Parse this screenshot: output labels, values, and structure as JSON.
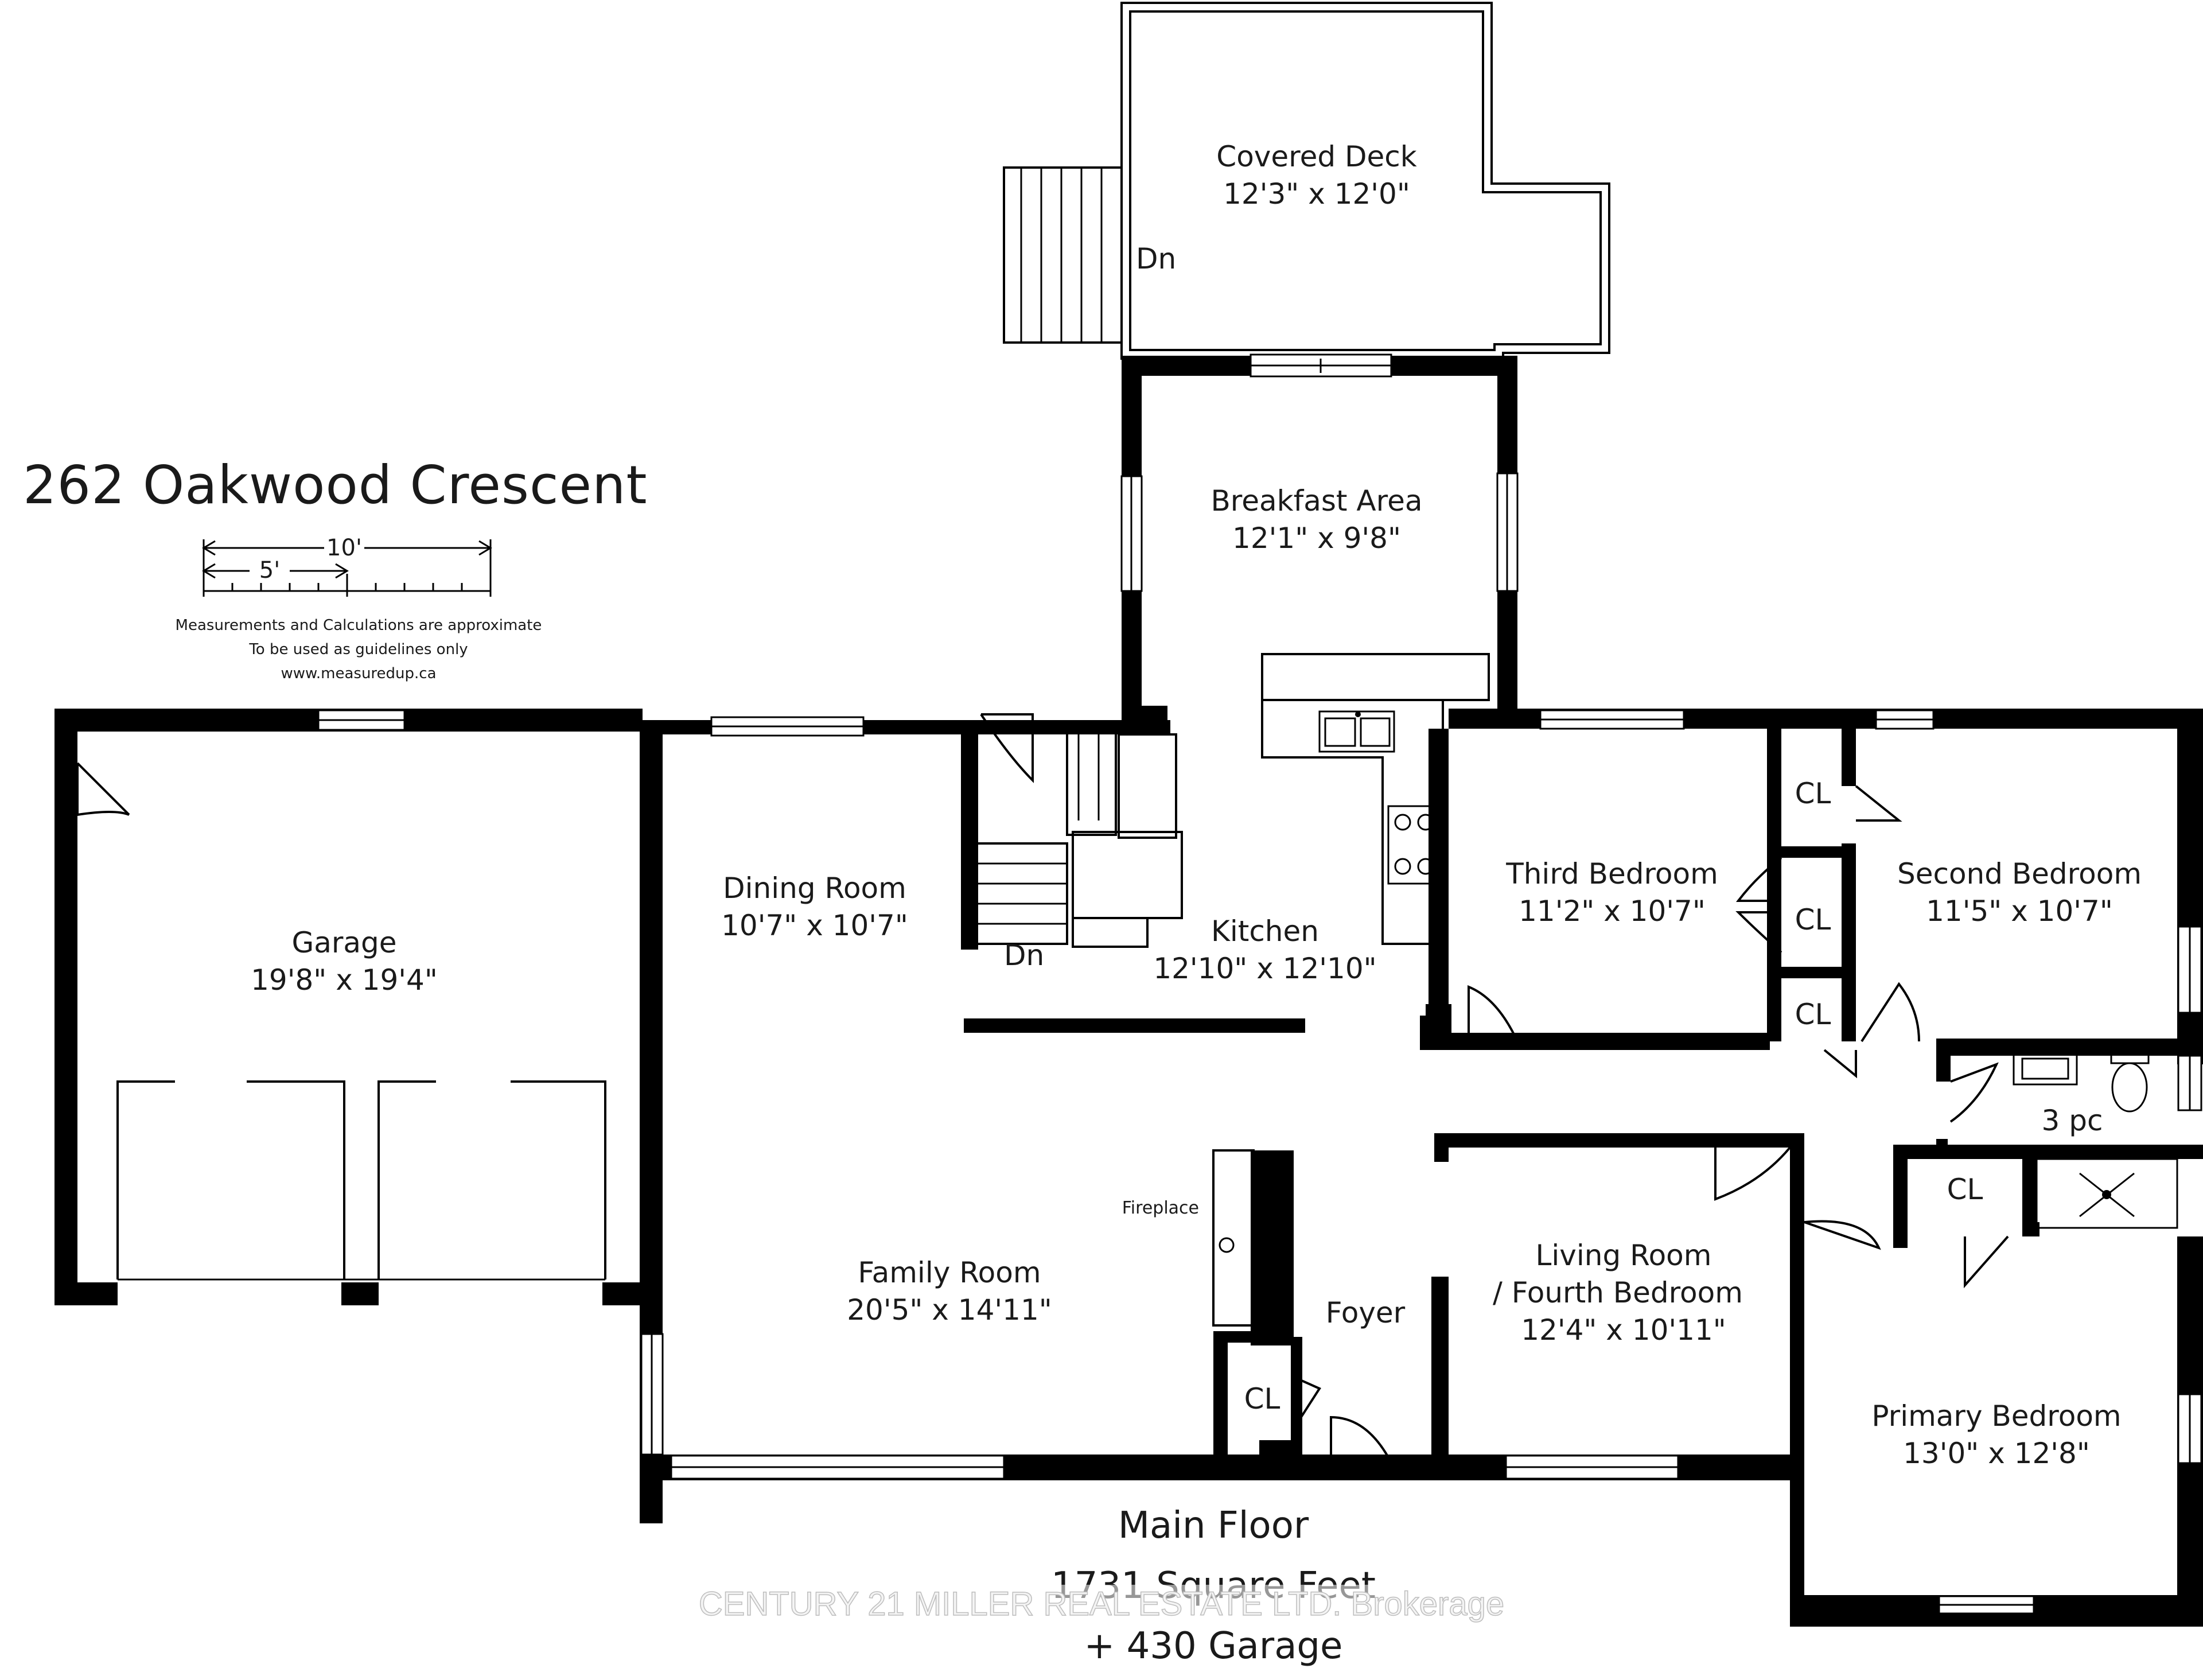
{
  "title": "262 Oakwood Crescent",
  "scale": {
    "ten": "10'",
    "five": "5'"
  },
  "disclaimer": [
    "Measurements and Calculations are approximate",
    "To be used as guidelines only",
    "www.measuredup.ca"
  ],
  "rooms": [
    {
      "id": "covered-deck",
      "name": "Covered Deck",
      "dims": "12'3\" x 12'0\""
    },
    {
      "id": "breakfast-area",
      "name": "Breakfast Area",
      "dims": "12'1\" x 9'8\""
    },
    {
      "id": "garage",
      "name": "Garage",
      "dims": "19'8\" x 19'4\""
    },
    {
      "id": "dining-room",
      "name": "Dining Room",
      "dims": "10'7\" x 10'7\""
    },
    {
      "id": "kitchen",
      "name": "Kitchen",
      "dims": "12'10\" x 12'10\""
    },
    {
      "id": "third-bedroom",
      "name": "Third Bedroom",
      "dims": "11'2\" x 10'7\""
    },
    {
      "id": "second-bedroom",
      "name": "Second Bedroom",
      "dims": "11'5\" x 10'7\""
    },
    {
      "id": "family-room",
      "name": "Family Room",
      "dims": "20'5\" x 14'11\""
    },
    {
      "id": "living-room",
      "name": "Living Room / Fourth Bedroom",
      "dims": "12'4\" x 10'11\""
    },
    {
      "id": "primary-bedroom",
      "name": "Primary Bedroom",
      "dims": "13'0\" x 12'8\""
    }
  ],
  "labels": {
    "dn": "Dn",
    "closet": "CL",
    "bath": "3 pc",
    "foyer": "Foyer",
    "fireplace": "Fireplace",
    "living_line1": "Living Room",
    "living_line2": "/ Fourth Bedroom"
  },
  "footer": {
    "floor": "Main Floor",
    "area": "1731 Square Feet",
    "garage": "+ 430 Garage"
  },
  "watermark": "CENTURY 21 MILLER REAL ESTATE LTD. Brokerage"
}
